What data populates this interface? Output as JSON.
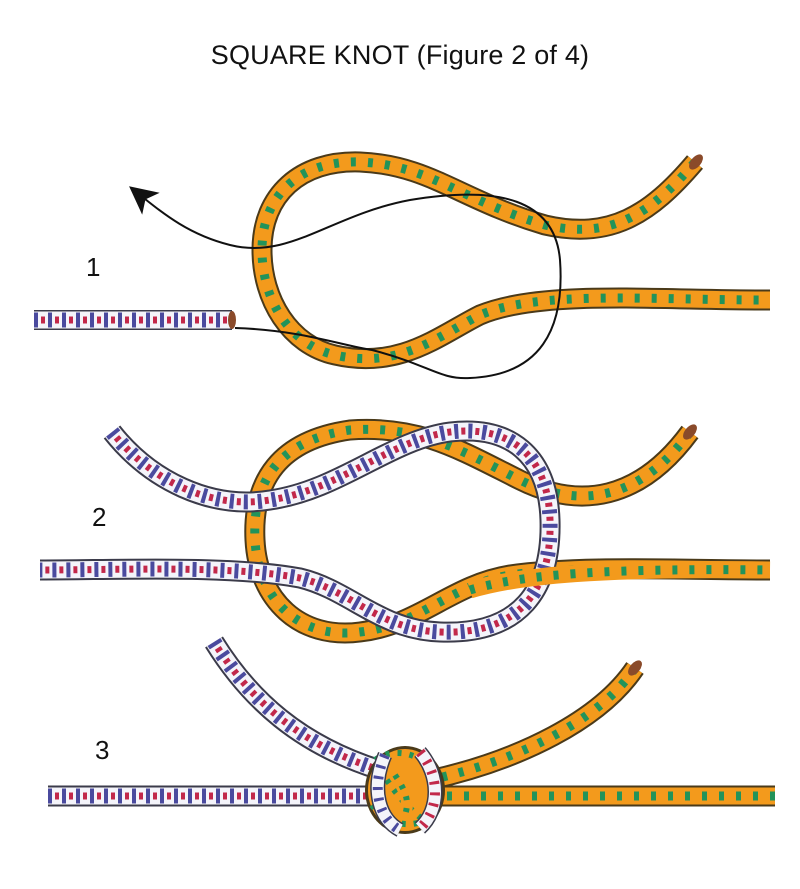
{
  "title": "SQUARE KNOT (Figure 2 of 4)",
  "steps": [
    {
      "label": "1"
    },
    {
      "label": "2"
    },
    {
      "label": "3"
    }
  ],
  "colors": {
    "orange_rope": "#f39a1c",
    "orange_rope_stripe": "#22935a",
    "white_rope": "#f4f4fa",
    "white_rope_stripe_blue": "#4a4a9e",
    "white_rope_stripe_red": "#c2284a",
    "rope_outline": "#4a3a1a",
    "arrow": "#111111"
  }
}
